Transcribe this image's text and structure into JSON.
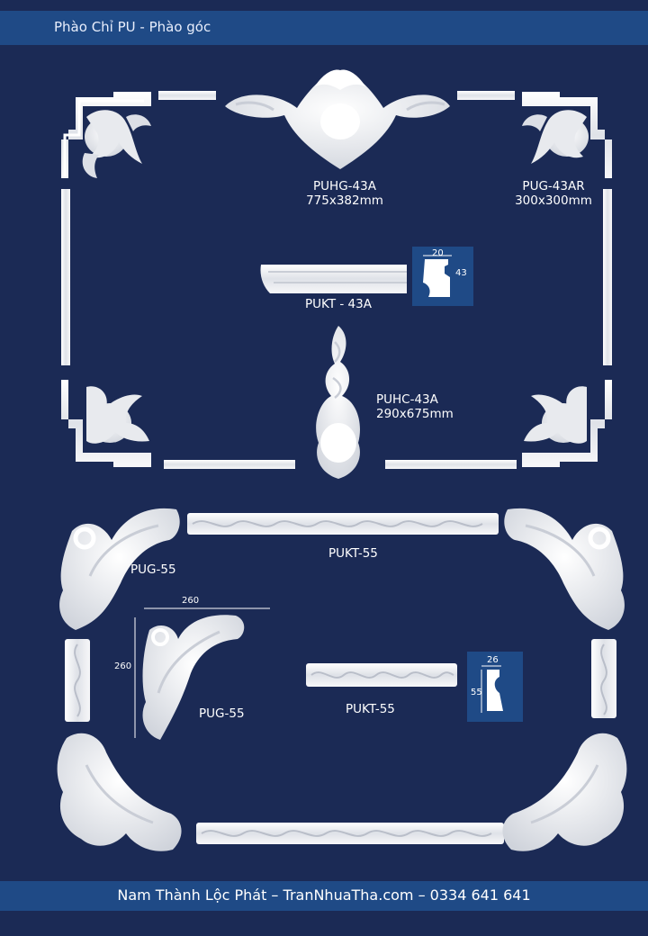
{
  "header": {
    "title": "Phào Chỉ PU - Phào góc"
  },
  "top_frame": {
    "center_piece": {
      "code": "PUHG-43A",
      "size": "775x382mm"
    },
    "corner": {
      "code": "PUG-43AR",
      "size": "300x300mm"
    },
    "molding": {
      "code": "PUKT - 43A",
      "profile_width": "20",
      "profile_height": "43"
    },
    "bottom_piece": {
      "code": "PUHC-43A",
      "size": "290x675mm"
    }
  },
  "bottom_frame": {
    "corner_label": "PUG-55",
    "molding_label": "PUKT-55",
    "detail_corner": {
      "code": "PUG-55",
      "width": "260",
      "height": "260"
    },
    "detail_molding": {
      "code": "PUKT-55",
      "profile_width": "26",
      "profile_height": "55"
    }
  },
  "footer": {
    "text": "Nam Thành Lộc Phát – TranNhuaTha.com – 0334 641 641"
  },
  "colors": {
    "background": "#1b2a55",
    "band": "#1f4a86",
    "ornament": "#f2f3f5"
  }
}
